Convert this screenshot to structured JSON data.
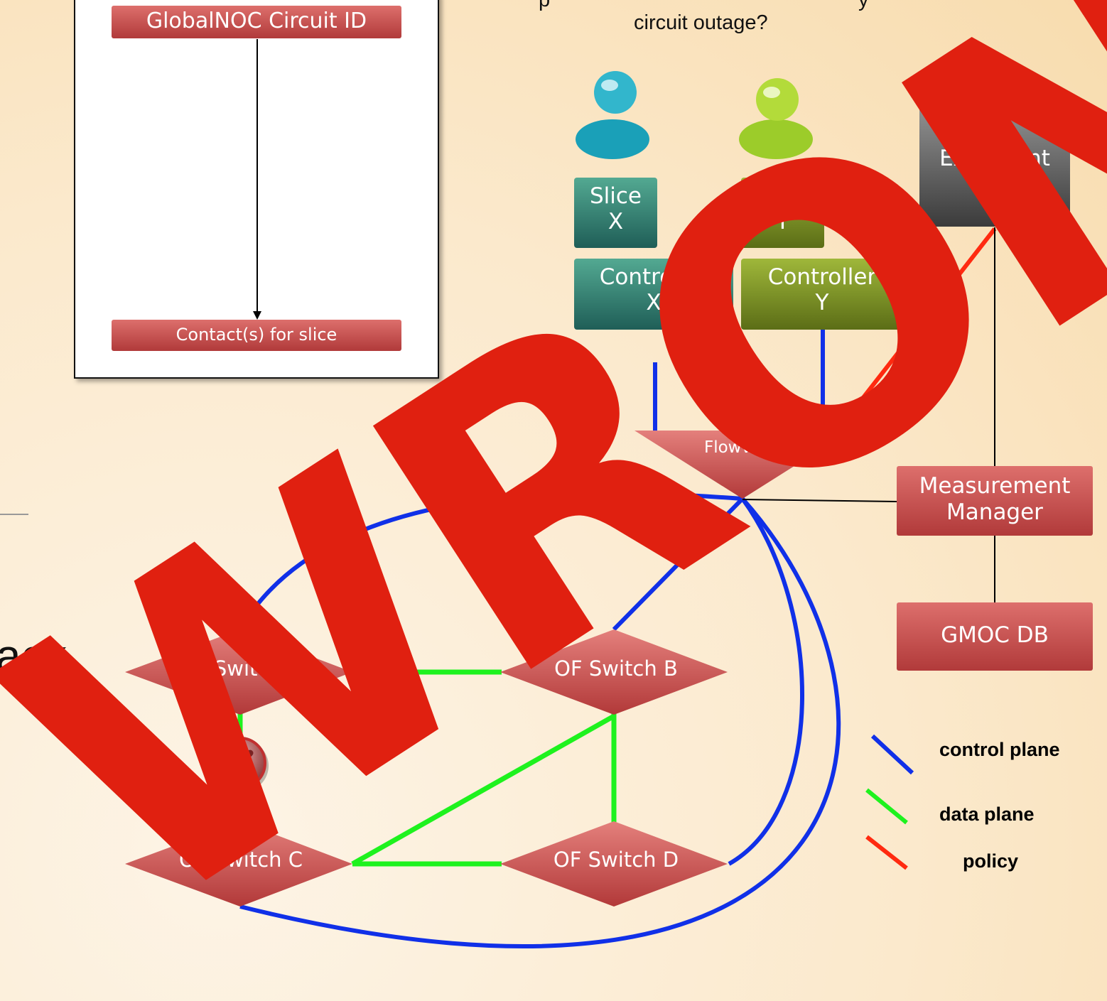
{
  "top_text": {
    "line1": "p",
    "line1_right": "y",
    "line2": "circuit outage?"
  },
  "ticket_panel": {
    "circuit_id_label": "GlobalNOC Circuit ID",
    "contacts_label": "Contact(s) for slice"
  },
  "left_partial_text": "ack",
  "slices": {
    "x": {
      "slice_label": "Slice\nX",
      "controller_label": "Controller\nX"
    },
    "y": {
      "slice_label": "Slice\nY",
      "controller_label": "Controller\nY"
    }
  },
  "expedient_label": "Expedient",
  "flowvisor_label": "Flowvisor",
  "measurement_manager_label": "Measurement\nManager",
  "gmoc_db_label": "GMOC DB",
  "switches": {
    "a": "OF Switch A",
    "b": "OF Switch B",
    "c": "OF Switch C",
    "d": "OF Switch D"
  },
  "legend": {
    "control_plane": "control plane",
    "data_plane": "data plane",
    "policy": "policy"
  },
  "overlay_text": "WRONG!",
  "colors": {
    "control_plane": "#1030e8",
    "data_plane": "#1ef21e",
    "policy": "#ff2a10",
    "overlay": "#e02010",
    "node_red": "#c44a48"
  }
}
